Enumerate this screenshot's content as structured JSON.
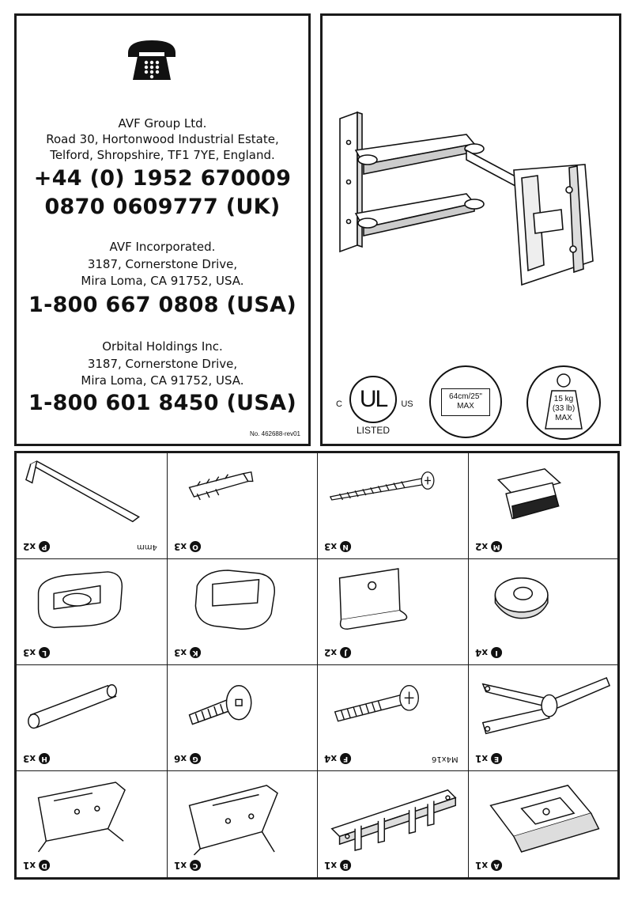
{
  "contact": {
    "uk": {
      "name": "AVF Group Ltd.",
      "address_line1": "Road 30, Hortonwood Industrial Estate,",
      "address_line2": "Telford, Shropshire, TF1 7YE, England.",
      "phone1": "+44 (0) 1952 670009",
      "phone2": "0870 0609777 (UK)"
    },
    "usa1": {
      "name": "AVF Incorporated.",
      "address_line1": "3187, Cornerstone Drive,",
      "address_line2": "Mira Loma, CA 91752, USA.",
      "phone": "1-800 667 0808 (USA)"
    },
    "usa2": {
      "name": "Orbital Holdings Inc.",
      "address_line1": "3187, Cornerstone Drive,",
      "address_line2": "Mira Loma, CA 91752, USA.",
      "phone": "1-800 601 8450 (USA)"
    },
    "doc_number": "No. 462688-rev01",
    "icon": "telephone-icon"
  },
  "product": {
    "icon": "wall-mount-bracket-icon",
    "ul_c": "C",
    "ul_mark": "UL",
    "ul_us": "US",
    "ul_listed": "LISTED",
    "screen_size": "64cm/25\"",
    "screen_max": "MAX",
    "weight_kg": "15 kg",
    "weight_lb": "(33 lb)",
    "weight_max": "MAX"
  },
  "parts": [
    {
      "letter": "P",
      "qty": "x2",
      "dim": "4mm",
      "icon": "allen-key-icon"
    },
    {
      "letter": "O",
      "qty": "x3",
      "dim": "",
      "icon": "wall-plug-icon"
    },
    {
      "letter": "N",
      "qty": "x3",
      "dim": "",
      "icon": "wood-screw-icon"
    },
    {
      "letter": "M",
      "qty": "x2",
      "dim": "",
      "icon": "clip-bracket-icon"
    },
    {
      "letter": "L",
      "qty": "x3",
      "dim": "",
      "icon": "round-cable-clip-icon"
    },
    {
      "letter": "K",
      "qty": "x3",
      "dim": "",
      "icon": "square-cable-clip-icon"
    },
    {
      "letter": "J",
      "qty": "x2",
      "dim": "",
      "icon": "locking-tab-icon"
    },
    {
      "letter": "I",
      "qty": "x4",
      "dim": "",
      "icon": "washer-icon"
    },
    {
      "letter": "H",
      "qty": "x3",
      "dim": "",
      "icon": "spacer-tube-icon"
    },
    {
      "letter": "G",
      "qty": "x6",
      "dim": "",
      "icon": "button-head-bolt-icon"
    },
    {
      "letter": "F",
      "qty": "x4",
      "dim": "M4x16",
      "icon": "machine-screw-icon"
    },
    {
      "letter": "E",
      "qty": "x1",
      "dim": "",
      "icon": "arm-assembly-icon"
    },
    {
      "letter": "D",
      "qty": "x1",
      "dim": "",
      "icon": "left-bracket-icon"
    },
    {
      "letter": "C",
      "qty": "x1",
      "dim": "",
      "icon": "right-bracket-icon"
    },
    {
      "letter": "B",
      "qty": "x1",
      "dim": "",
      "icon": "wall-rail-icon"
    },
    {
      "letter": "A",
      "qty": "x1",
      "dim": "",
      "icon": "tilt-plate-icon"
    }
  ]
}
